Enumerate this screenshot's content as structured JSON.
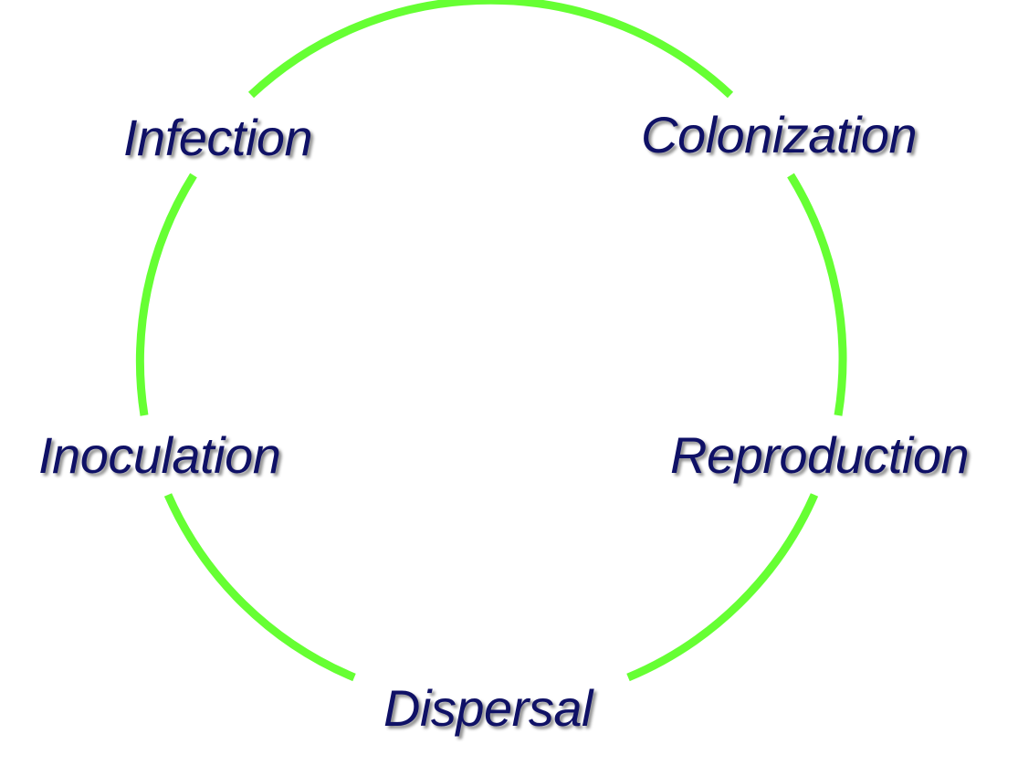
{
  "diagram": {
    "stages": [
      {
        "id": "infection",
        "label": "Infection"
      },
      {
        "id": "colonization",
        "label": "Colonization"
      },
      {
        "id": "reproduction",
        "label": "Reproduction"
      },
      {
        "id": "dispersal",
        "label": "Dispersal"
      },
      {
        "id": "inoculation",
        "label": "Inoculation"
      }
    ],
    "colors": {
      "cycle_ring": "#66ff33",
      "label_text": "#0f1166"
    }
  }
}
